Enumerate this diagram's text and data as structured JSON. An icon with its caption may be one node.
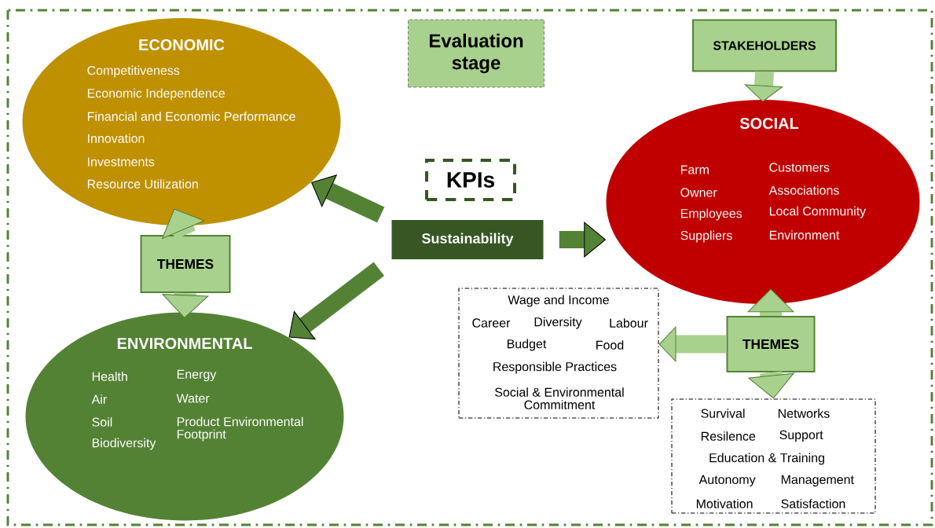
{
  "diagram": {
    "nodes": [
      {
        "text": [
          "Evaluation stage"
        ]
      },
      {
        "text": [
          "ECONOMIC",
          "Competitiveness",
          "Economic Independence",
          "Financial and Economic Performance",
          "Innovation",
          "Investments",
          "Resource Utilization"
        ]
      },
      {
        "text": [
          "THEMES"
        ]
      },
      {
        "text": [
          "ENVIRONMENTAL",
          "Health",
          "Air",
          "Soil",
          "Biodiversity",
          "Energy",
          "Water",
          "Product Environmental Footprint"
        ]
      },
      {
        "text": [
          "KPIs"
        ]
      },
      {
        "text": [
          "Sustainability"
        ]
      },
      {
        "text": [
          "STAKEHOLDERS"
        ]
      },
      {
        "text": [
          "SOCIAL",
          "Farm",
          "Owner",
          "Employees",
          "Suppliers",
          "Customers",
          "Associations",
          "Local Community",
          "Environment"
        ]
      },
      {
        "text": [
          "Wage and Income",
          "Career",
          "Diversity",
          "Labour",
          "Budget",
          "Food",
          "Responsible Practices",
          "Social & Environmental Commitment"
        ]
      },
      {
        "text": [
          "THEMES"
        ]
      },
      {
        "text": [
          "Survival",
          "Networks",
          "Resilence",
          "Support",
          "Education & Training",
          "Autonomy",
          "Management",
          "Motivation",
          "Satisfaction"
        ]
      }
    ],
    "edges": [
      {
        "from": 5,
        "to": 1,
        "arrow": "to",
        "color": "#548235"
      },
      {
        "from": 5,
        "to": 3,
        "arrow": "to",
        "color": "#548235"
      },
      {
        "from": 5,
        "to": 7,
        "arrow": "to",
        "color": "#548235"
      },
      {
        "from": 6,
        "to": 7,
        "arrow": "to"
      },
      {
        "from": 2,
        "to": 1,
        "arrow": "to"
      },
      {
        "from": 2,
        "to": 3,
        "arrow": "to"
      },
      {
        "from": 9,
        "to": 7,
        "arrow": "to"
      },
      {
        "from": 9,
        "to": 10,
        "arrow": "to"
      },
      {
        "from": 9,
        "to": 8,
        "arrow": "to"
      }
    ]
  }
}
